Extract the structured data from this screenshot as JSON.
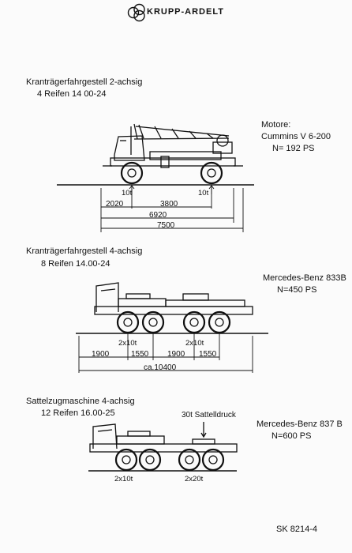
{
  "header": {
    "brand": "KRUPP-ARDELT"
  },
  "sections": [
    {
      "title": "Kranträgerfahrgestell 2-achsig",
      "tyres": "4 Reifen 14 00-24",
      "engine_heading": "Motore:",
      "engine_model": "Cummins  V 6-200",
      "engine_power": "N= 192 PS",
      "axle_loads": [
        "10t",
        "10t"
      ],
      "dims": [
        "2020",
        "3800",
        "6920",
        "7500"
      ]
    },
    {
      "title": "Kranträgerfahrgestell  4-achsig",
      "tyres": "8 Reifen 14.00-24",
      "engine_model": "Mercedes-Benz 833B",
      "engine_power": "N=450 PS",
      "axle_loads": [
        "2x10t",
        "2x10t"
      ],
      "dims": [
        "1900",
        "1550",
        "1900",
        "1550",
        "ca.10400"
      ]
    },
    {
      "title": "Sattelzugmaschine 4-achsig",
      "tyres": "12 Reifen  16.00-25",
      "fifth_wheel_load": "30t  Sattelldruck",
      "engine_model": "Mercedes-Benz 837 B",
      "engine_power": "N=600 PS",
      "axle_loads": [
        "2x10t",
        "2x20t"
      ]
    }
  ],
  "footer": {
    "code": "SK  8214-4"
  }
}
